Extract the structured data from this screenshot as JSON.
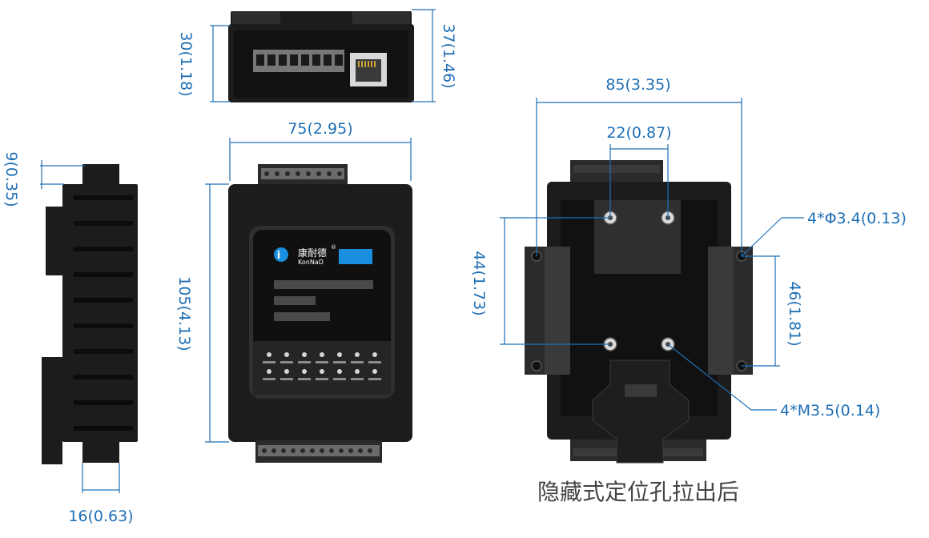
{
  "dimensions": {
    "top_depth_inner": "30(1.18)",
    "top_depth_outer": "37(1.46)",
    "front_width": "75(2.95)",
    "front_height": "105(4.13)",
    "side_offset": "9(0.35)",
    "side_width": "16(0.63)",
    "back_width": "85(3.35)",
    "back_hole_spacing": "22(0.87)",
    "back_height_left": "44(1.73)",
    "back_height_right": "46(1.81)",
    "hole_callout": "4*Φ3.4(0.13)",
    "screw_callout": "4*M3.5(0.14)"
  },
  "brand": {
    "name_cn": "康耐德",
    "name_en": "KonNaD",
    "registered_mark": "®"
  },
  "caption": "隐藏式定位孔拉出后",
  "colors": {
    "dimension": "#1f6fb5",
    "body": "#1c1c1c",
    "accent_blue": "#1a8fe0",
    "caption": "#444444"
  }
}
